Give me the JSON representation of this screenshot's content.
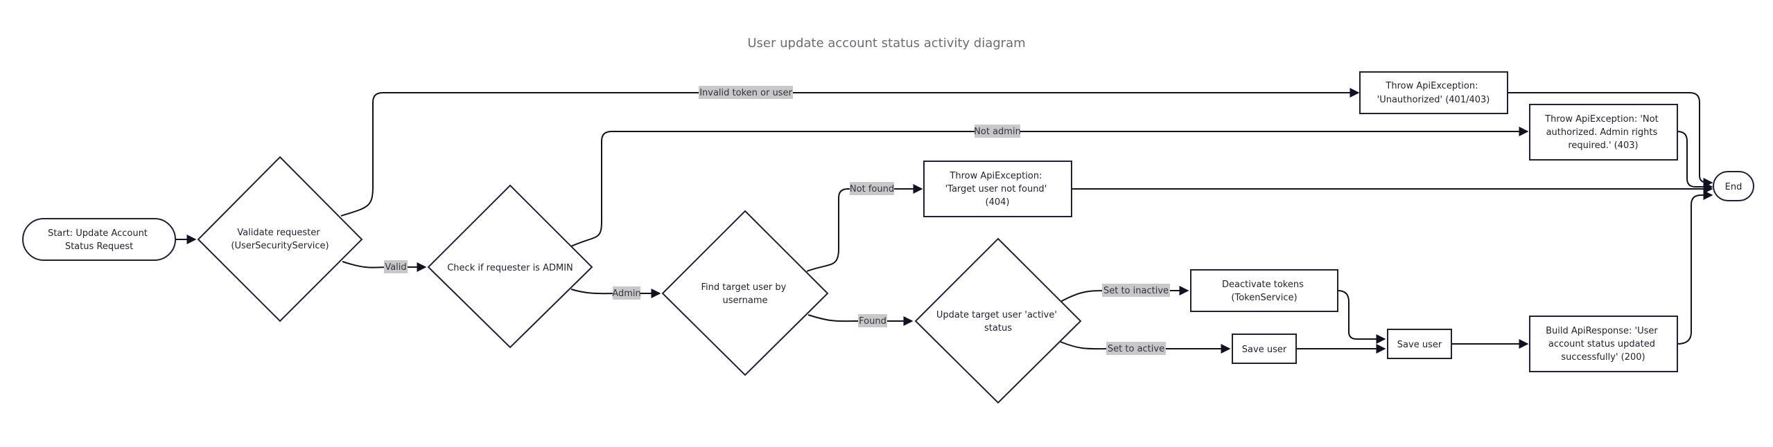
{
  "diagram": {
    "title": "User update account status activity diagram",
    "nodes": {
      "start": [
        "Start: Update Account",
        "Status Request"
      ],
      "validate": [
        "Validate requester",
        "(UserSecurityService)"
      ],
      "check_admin": [
        "Check if requester is ADMIN"
      ],
      "find_user": [
        "Find target user by",
        "username"
      ],
      "update_status": [
        "Update target user 'active'",
        "status"
      ],
      "throw_unauthorized": [
        "Throw ApiException:",
        "'Unauthorized' (401/403)"
      ],
      "throw_not_admin": [
        "Throw ApiException: 'Not",
        "authorized. Admin rights",
        "required.' (403)"
      ],
      "throw_not_found": [
        "Throw ApiException:",
        "'Target user not found'",
        "(404)"
      ],
      "deactivate_tokens": [
        "Deactivate tokens",
        "(TokenService)"
      ],
      "save_user_active": [
        "Save user"
      ],
      "save_user": [
        "Save user"
      ],
      "build_response": [
        "Build ApiResponse: 'User",
        "account status updated",
        "successfully' (200)"
      ],
      "end": [
        "End"
      ]
    },
    "edge_labels": {
      "invalid": "Invalid token or user",
      "valid": "Valid",
      "not_admin": "Not admin",
      "admin": "Admin",
      "not_found": "Not found",
      "found": "Found",
      "set_inactive": "Set to inactive",
      "set_active": "Set to active"
    },
    "colors": {
      "node_stroke": "#1f1f3a",
      "edge": "#111122",
      "label_background": "#c8c8c8",
      "title": "#6b6b7b"
    }
  }
}
